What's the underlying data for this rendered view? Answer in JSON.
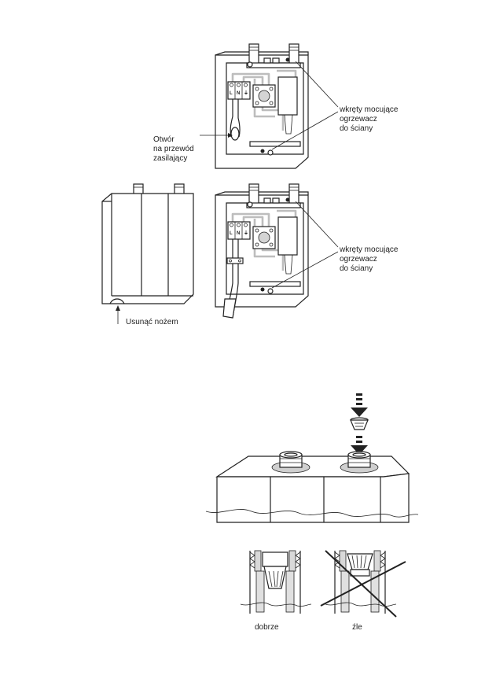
{
  "top_diagram": {
    "screws_label": [
      "wkręty mocujące",
      "ogrzewacz",
      "do ściany"
    ],
    "hole_label": [
      "Otwór",
      "na przewód",
      "zasilający"
    ],
    "terminals": [
      "L",
      "N",
      "⏚"
    ]
  },
  "middle_diagram": {
    "knife_label": "Usunąć nożem",
    "screws_label": [
      "wkręty mocujące",
      "ogrzewacz",
      "do ściany"
    ],
    "terminals": [
      "L",
      "N",
      "⏚"
    ]
  },
  "bottom_diagram": {
    "good_label": "dobrze",
    "bad_label": "źle"
  }
}
